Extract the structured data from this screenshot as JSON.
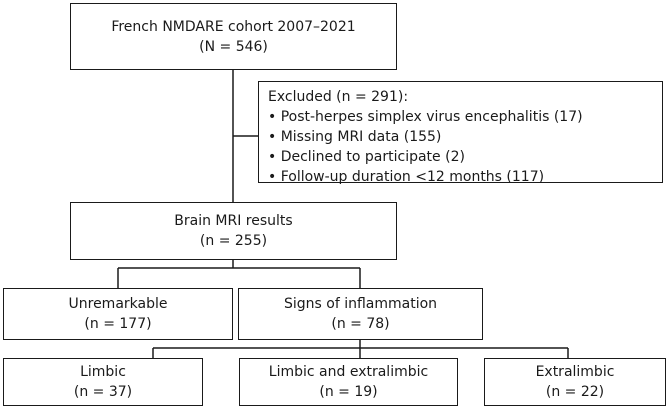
{
  "cohort": {
    "title": "French NMDARE cohort 2007–2021",
    "count": "(N = 546)"
  },
  "excluded": {
    "title": "Excluded (n = 291):",
    "items": [
      "• Post-herpes simplex virus encephalitis (17)",
      "• Missing MRI data (155)",
      "• Declined to participate (2)",
      "• Follow-up duration <12 months (117)"
    ]
  },
  "mri": {
    "title": "Brain MRI results",
    "count": "(n = 255)"
  },
  "unremarkable": {
    "title": "Unremarkable",
    "count": "(n = 177)"
  },
  "inflammation": {
    "title": "Signs of inflammation",
    "count": "(n = 78)"
  },
  "limbic": {
    "title": "Limbic",
    "count": "(n = 37)"
  },
  "limbic_extralimbic": {
    "title": "Limbic and extralimbic",
    "count": "(n = 19)"
  },
  "extralimbic": {
    "title": "Extralimbic",
    "count": "(n = 22)"
  }
}
